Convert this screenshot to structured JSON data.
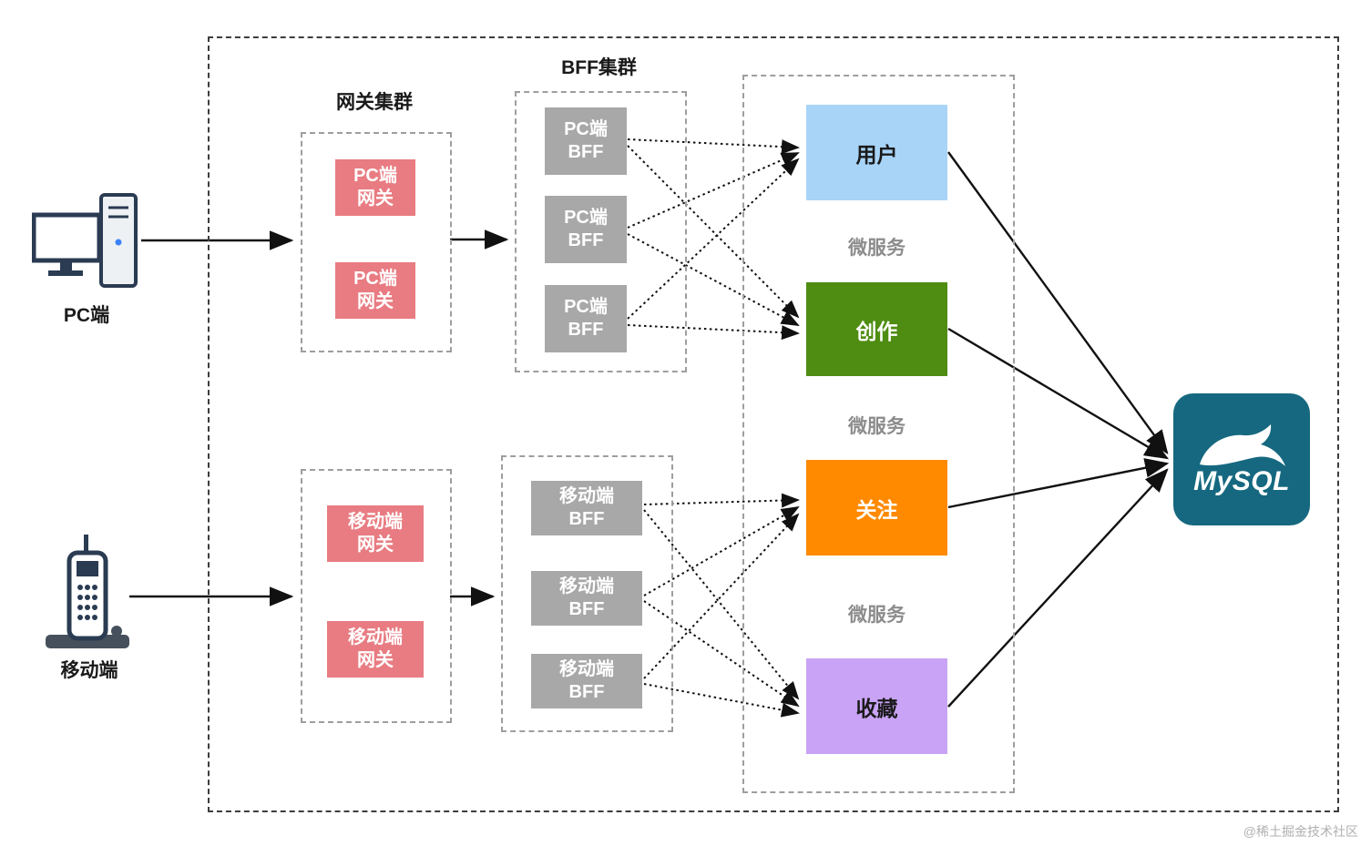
{
  "clients": {
    "pc_label": "PC端",
    "mobile_label": "移动端"
  },
  "gateway_cluster": {
    "title": "网关集群",
    "pc_nodes": [
      {
        "text": "PC端\n网关"
      },
      {
        "text": "PC端\n网关"
      }
    ],
    "mobile_nodes": [
      {
        "text": "移动端\n网关"
      },
      {
        "text": "移动端\n网关"
      }
    ]
  },
  "bff_cluster": {
    "title": "BFF集群",
    "pc_nodes": [
      {
        "text": "PC端\nBFF"
      },
      {
        "text": "PC端\nBFF"
      },
      {
        "text": "PC端\nBFF"
      }
    ],
    "mobile_nodes": [
      {
        "text": "移动端\nBFF"
      },
      {
        "text": "移动端\nBFF"
      },
      {
        "text": "移动端\nBFF"
      }
    ]
  },
  "services": {
    "items": [
      {
        "label": "用户",
        "color": "#a8d4f8",
        "text_color": "#1a1a1a"
      },
      {
        "label": "创作",
        "color": "#4f8d12",
        "text_color": "#ffffff"
      },
      {
        "label": "关注",
        "color": "#ff8a00",
        "text_color": "#ffffff"
      },
      {
        "label": "收藏",
        "color": "#c9a3f5",
        "text_color": "#1a1a1a"
      }
    ],
    "microservice_labels": [
      "微服务",
      "微服务",
      "微服务"
    ]
  },
  "database": {
    "name": "MySQL",
    "brand_color": "#15687f"
  },
  "watermark": "@稀土掘金技术社区"
}
